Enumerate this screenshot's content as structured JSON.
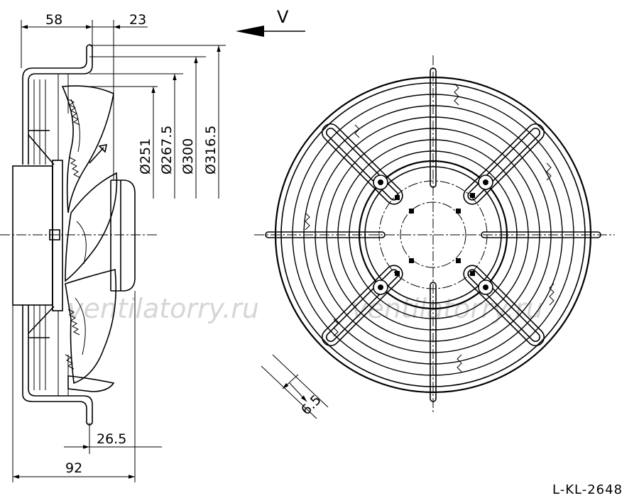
{
  "drawing_code": "L-KL-2648",
  "airflow_label": "V",
  "watermark": "ventilatorry.ru",
  "dimensions": {
    "depth_overall": "58",
    "ring_offset": "23",
    "d251": "Ø251",
    "d267_5": "Ø267.5",
    "d300": "Ø300",
    "d316_5": "Ø316.5",
    "mount_offset": "26.5",
    "total_depth": "92",
    "hole_dia": "6.5"
  }
}
